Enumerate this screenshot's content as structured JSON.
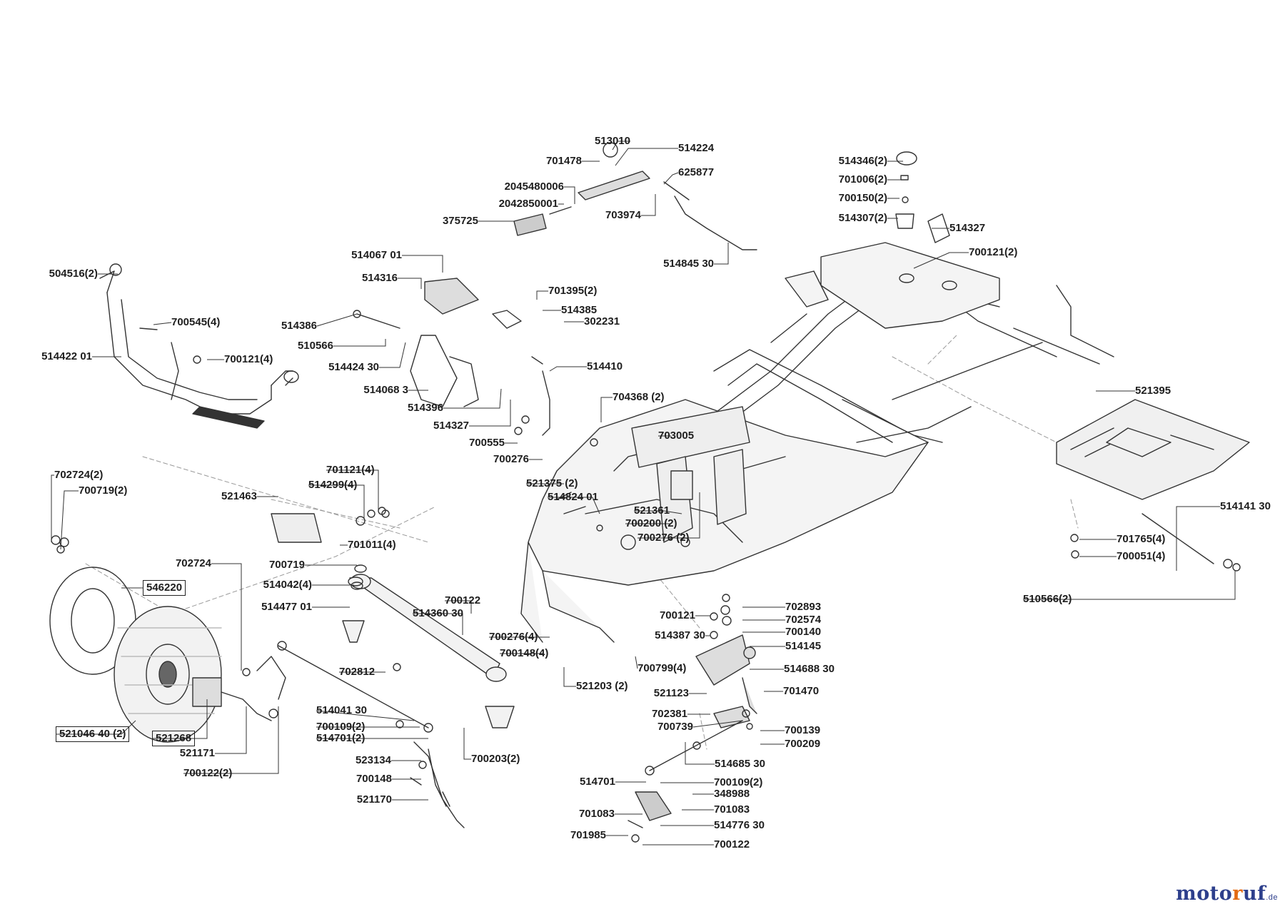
{
  "diagram": {
    "labels": [
      {
        "id": "l-513010",
        "text": "513010"
      },
      {
        "id": "l-514224",
        "text": "514224"
      },
      {
        "id": "l-701478",
        "text": "701478"
      },
      {
        "id": "l-625877",
        "text": "625877"
      },
      {
        "id": "l-2045480006",
        "text": "2045480006"
      },
      {
        "id": "l-2042850001",
        "text": "2042850001"
      },
      {
        "id": "l-703974",
        "text": "703974"
      },
      {
        "id": "l-375725",
        "text": "375725"
      },
      {
        "id": "l-514346",
        "text": "514346(2)"
      },
      {
        "id": "l-701006",
        "text": "701006(2)"
      },
      {
        "id": "l-700150",
        "text": "700150(2)"
      },
      {
        "id": "l-514307",
        "text": "514307(2)"
      },
      {
        "id": "l-514327a",
        "text": "514327"
      },
      {
        "id": "l-700121b",
        "text": "700121(2)"
      },
      {
        "id": "l-514845",
        "text": "514845 30"
      },
      {
        "id": "l-514067",
        "text": "514067 01"
      },
      {
        "id": "l-514316",
        "text": "514316"
      },
      {
        "id": "l-701395",
        "text": "701395(2)"
      },
      {
        "id": "l-514385",
        "text": "514385"
      },
      {
        "id": "l-302231",
        "text": "302231"
      },
      {
        "id": "l-504516",
        "text": "504516(2)"
      },
      {
        "id": "l-700545",
        "text": "700545(4)"
      },
      {
        "id": "l-514386",
        "text": "514386"
      },
      {
        "id": "l-510566",
        "text": "510566"
      },
      {
        "id": "l-514422",
        "text": "514422 01"
      },
      {
        "id": "l-700121a",
        "text": "700121(4)"
      },
      {
        "id": "l-514424",
        "text": "514424 30"
      },
      {
        "id": "l-514410",
        "text": "514410"
      },
      {
        "id": "l-514068",
        "text": "514068 3"
      },
      {
        "id": "l-514396",
        "text": "514396"
      },
      {
        "id": "l-704368",
        "text": "704368 (2)"
      },
      {
        "id": "l-521395",
        "text": "521395"
      },
      {
        "id": "l-514327b",
        "text": "514327"
      },
      {
        "id": "l-700555",
        "text": "700555"
      },
      {
        "id": "l-703005",
        "text": "703005"
      },
      {
        "id": "l-700276a",
        "text": "700276"
      },
      {
        "id": "l-702724a",
        "text": "702724(2)"
      },
      {
        "id": "l-701121",
        "text": "701121(4)"
      },
      {
        "id": "l-700719a",
        "text": "700719(2)"
      },
      {
        "id": "l-514299",
        "text": "514299(4)"
      },
      {
        "id": "l-521375",
        "text": "521375 (2)"
      },
      {
        "id": "l-521463",
        "text": "521463"
      },
      {
        "id": "l-514824",
        "text": "514824 01"
      },
      {
        "id": "l-521361",
        "text": "521361"
      },
      {
        "id": "l-514141",
        "text": "514141 30"
      },
      {
        "id": "l-700200",
        "text": "700200 (2)"
      },
      {
        "id": "l-700276b",
        "text": "700276 (2)"
      },
      {
        "id": "l-701011",
        "text": "701011(4)"
      },
      {
        "id": "l-701765",
        "text": "701765(4)"
      },
      {
        "id": "l-702724b",
        "text": "702724"
      },
      {
        "id": "l-700051",
        "text": "700051(4)"
      },
      {
        "id": "l-700719b",
        "text": "700719"
      },
      {
        "id": "l-546220",
        "text": "546220",
        "boxed": true
      },
      {
        "id": "l-514042",
        "text": "514042(4)"
      },
      {
        "id": "l-510566b",
        "text": "510566(2)"
      },
      {
        "id": "l-514477",
        "text": "514477 01"
      },
      {
        "id": "l-700122a",
        "text": "700122"
      },
      {
        "id": "l-702893",
        "text": "702893"
      },
      {
        "id": "l-514360",
        "text": "514360 30"
      },
      {
        "id": "l-700121c",
        "text": "700121"
      },
      {
        "id": "l-702574",
        "text": "702574"
      },
      {
        "id": "l-514387",
        "text": "514387 30"
      },
      {
        "id": "l-700140",
        "text": "700140"
      },
      {
        "id": "l-700276c",
        "text": "700276(4)"
      },
      {
        "id": "l-514145",
        "text": "514145"
      },
      {
        "id": "l-700148a",
        "text": "700148(4)"
      },
      {
        "id": "l-700799",
        "text": "700799(4)"
      },
      {
        "id": "l-514688",
        "text": "514688 30"
      },
      {
        "id": "l-702812",
        "text": "702812"
      },
      {
        "id": "l-521203",
        "text": "521203 (2)"
      },
      {
        "id": "l-521123",
        "text": "521123"
      },
      {
        "id": "l-701470",
        "text": "701470"
      },
      {
        "id": "l-514041",
        "text": "514041 30"
      },
      {
        "id": "l-702381",
        "text": "702381"
      },
      {
        "id": "l-700109a",
        "text": "700109(2)"
      },
      {
        "id": "l-700739",
        "text": "700739"
      },
      {
        "id": "l-700139",
        "text": "700139"
      },
      {
        "id": "l-521046",
        "text": "521046 40 (2)",
        "boxed": true
      },
      {
        "id": "l-514701a",
        "text": "514701(2)"
      },
      {
        "id": "l-700209",
        "text": "700209"
      },
      {
        "id": "l-521268",
        "text": "521268",
        "boxed": true
      },
      {
        "id": "l-521171",
        "text": "521171"
      },
      {
        "id": "l-523134",
        "text": "523134"
      },
      {
        "id": "l-700203",
        "text": "700203(2)"
      },
      {
        "id": "l-514685",
        "text": "514685 30"
      },
      {
        "id": "l-700122b",
        "text": "700122(2)"
      },
      {
        "id": "l-700148b",
        "text": "700148"
      },
      {
        "id": "l-514701b",
        "text": "514701"
      },
      {
        "id": "l-700109b",
        "text": "700109(2)"
      },
      {
        "id": "l-348988",
        "text": "348988"
      },
      {
        "id": "l-521170",
        "text": "521170"
      },
      {
        "id": "l-701083a",
        "text": "701083"
      },
      {
        "id": "l-701083b",
        "text": "701083"
      },
      {
        "id": "l-514776",
        "text": "514776 30"
      },
      {
        "id": "l-701985",
        "text": "701985"
      },
      {
        "id": "l-700122c",
        "text": "700122"
      }
    ]
  },
  "logo": {
    "text_a": "moto",
    "text_b": "r",
    "text_c": "uf",
    "tld": ".de"
  }
}
